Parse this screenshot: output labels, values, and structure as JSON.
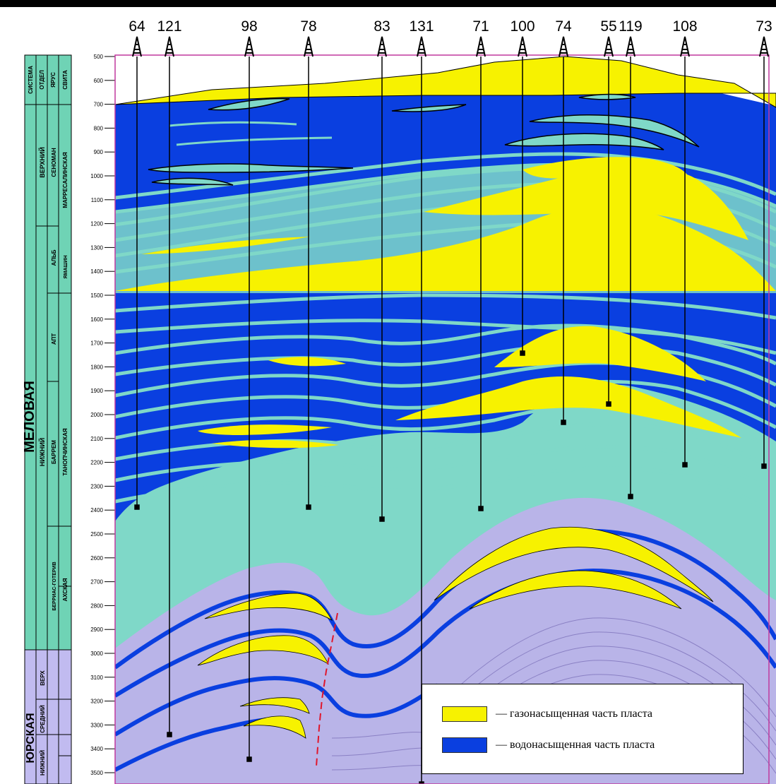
{
  "wells": [
    "64",
    "121",
    "98",
    "78",
    "83",
    "131",
    "71",
    "100",
    "74",
    "55",
    "119",
    "108",
    "73"
  ],
  "depth_ticks": [
    "500",
    "600",
    "700",
    "800",
    "900",
    "1000",
    "1100",
    "1200",
    "1300",
    "1400",
    "1500",
    "1600",
    "1700",
    "1800",
    "1900",
    "2000",
    "2100",
    "2200",
    "2300",
    "2400",
    "2500",
    "2600",
    "2700",
    "2800",
    "2900",
    "3000",
    "3100",
    "3200",
    "3300",
    "3400",
    "3500"
  ],
  "stratigraphy": {
    "headers": [
      "СИСТЕМА",
      "ОТДЕЛ",
      "ЯРУС",
      "СВИТА"
    ],
    "system": [
      "МЕЛОВАЯ",
      "ЮРСКАЯ"
    ],
    "series": [
      "ВЕРХНИЙ",
      "НИЖНИЙ",
      "ВЕРХ",
      "СРЕДНИЙ",
      "НИЖНИЙ"
    ],
    "stages": [
      "СЕНОМАН",
      "АЛЬБ",
      "АПТ",
      "БАРРЕМ",
      "БЕРРИАС-ГОТЕРИВ"
    ],
    "formations": [
      "МАРРЕСАЛИНСКАЯ",
      "ЯМАШИН",
      "ТАНОПЧИНСКАЯ",
      "АХСКАЯ"
    ]
  },
  "legend": {
    "items": [
      {
        "swatch": "#f7f200",
        "text": "— газонасыщенная часть пласта"
      },
      {
        "swatch": "#0a3fe0",
        "text": "— водонасыщенная часть пласта"
      }
    ]
  },
  "colors": {
    "gas": "#f7f200",
    "water": "#0a3fe0",
    "clay": "#7fd8c8",
    "jurassic": "#b9b4e8",
    "strat_cretaceous": "#6fd3b5",
    "strat_jurassic": "#c1bbf0",
    "frame": "#c0399e",
    "fault": "#e0162b"
  }
}
